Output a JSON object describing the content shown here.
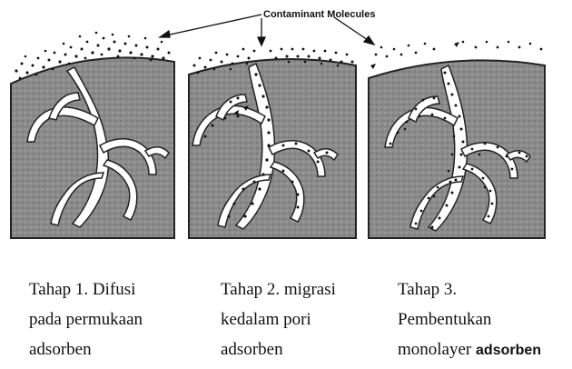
{
  "figure": {
    "contaminant_label": "Contaminant Molecules"
  },
  "captions": [
    {
      "lines": [
        "Tahap 1. Difusi",
        "pada permukaan",
        "adsorben"
      ]
    },
    {
      "lines": [
        "Tahap 2. migrasi",
        "kedalam pori",
        "adsorben"
      ]
    },
    {
      "lines": [
        "Tahap 3.",
        "Pembentukan",
        "monolayer",
        "adsorben"
      ]
    }
  ]
}
